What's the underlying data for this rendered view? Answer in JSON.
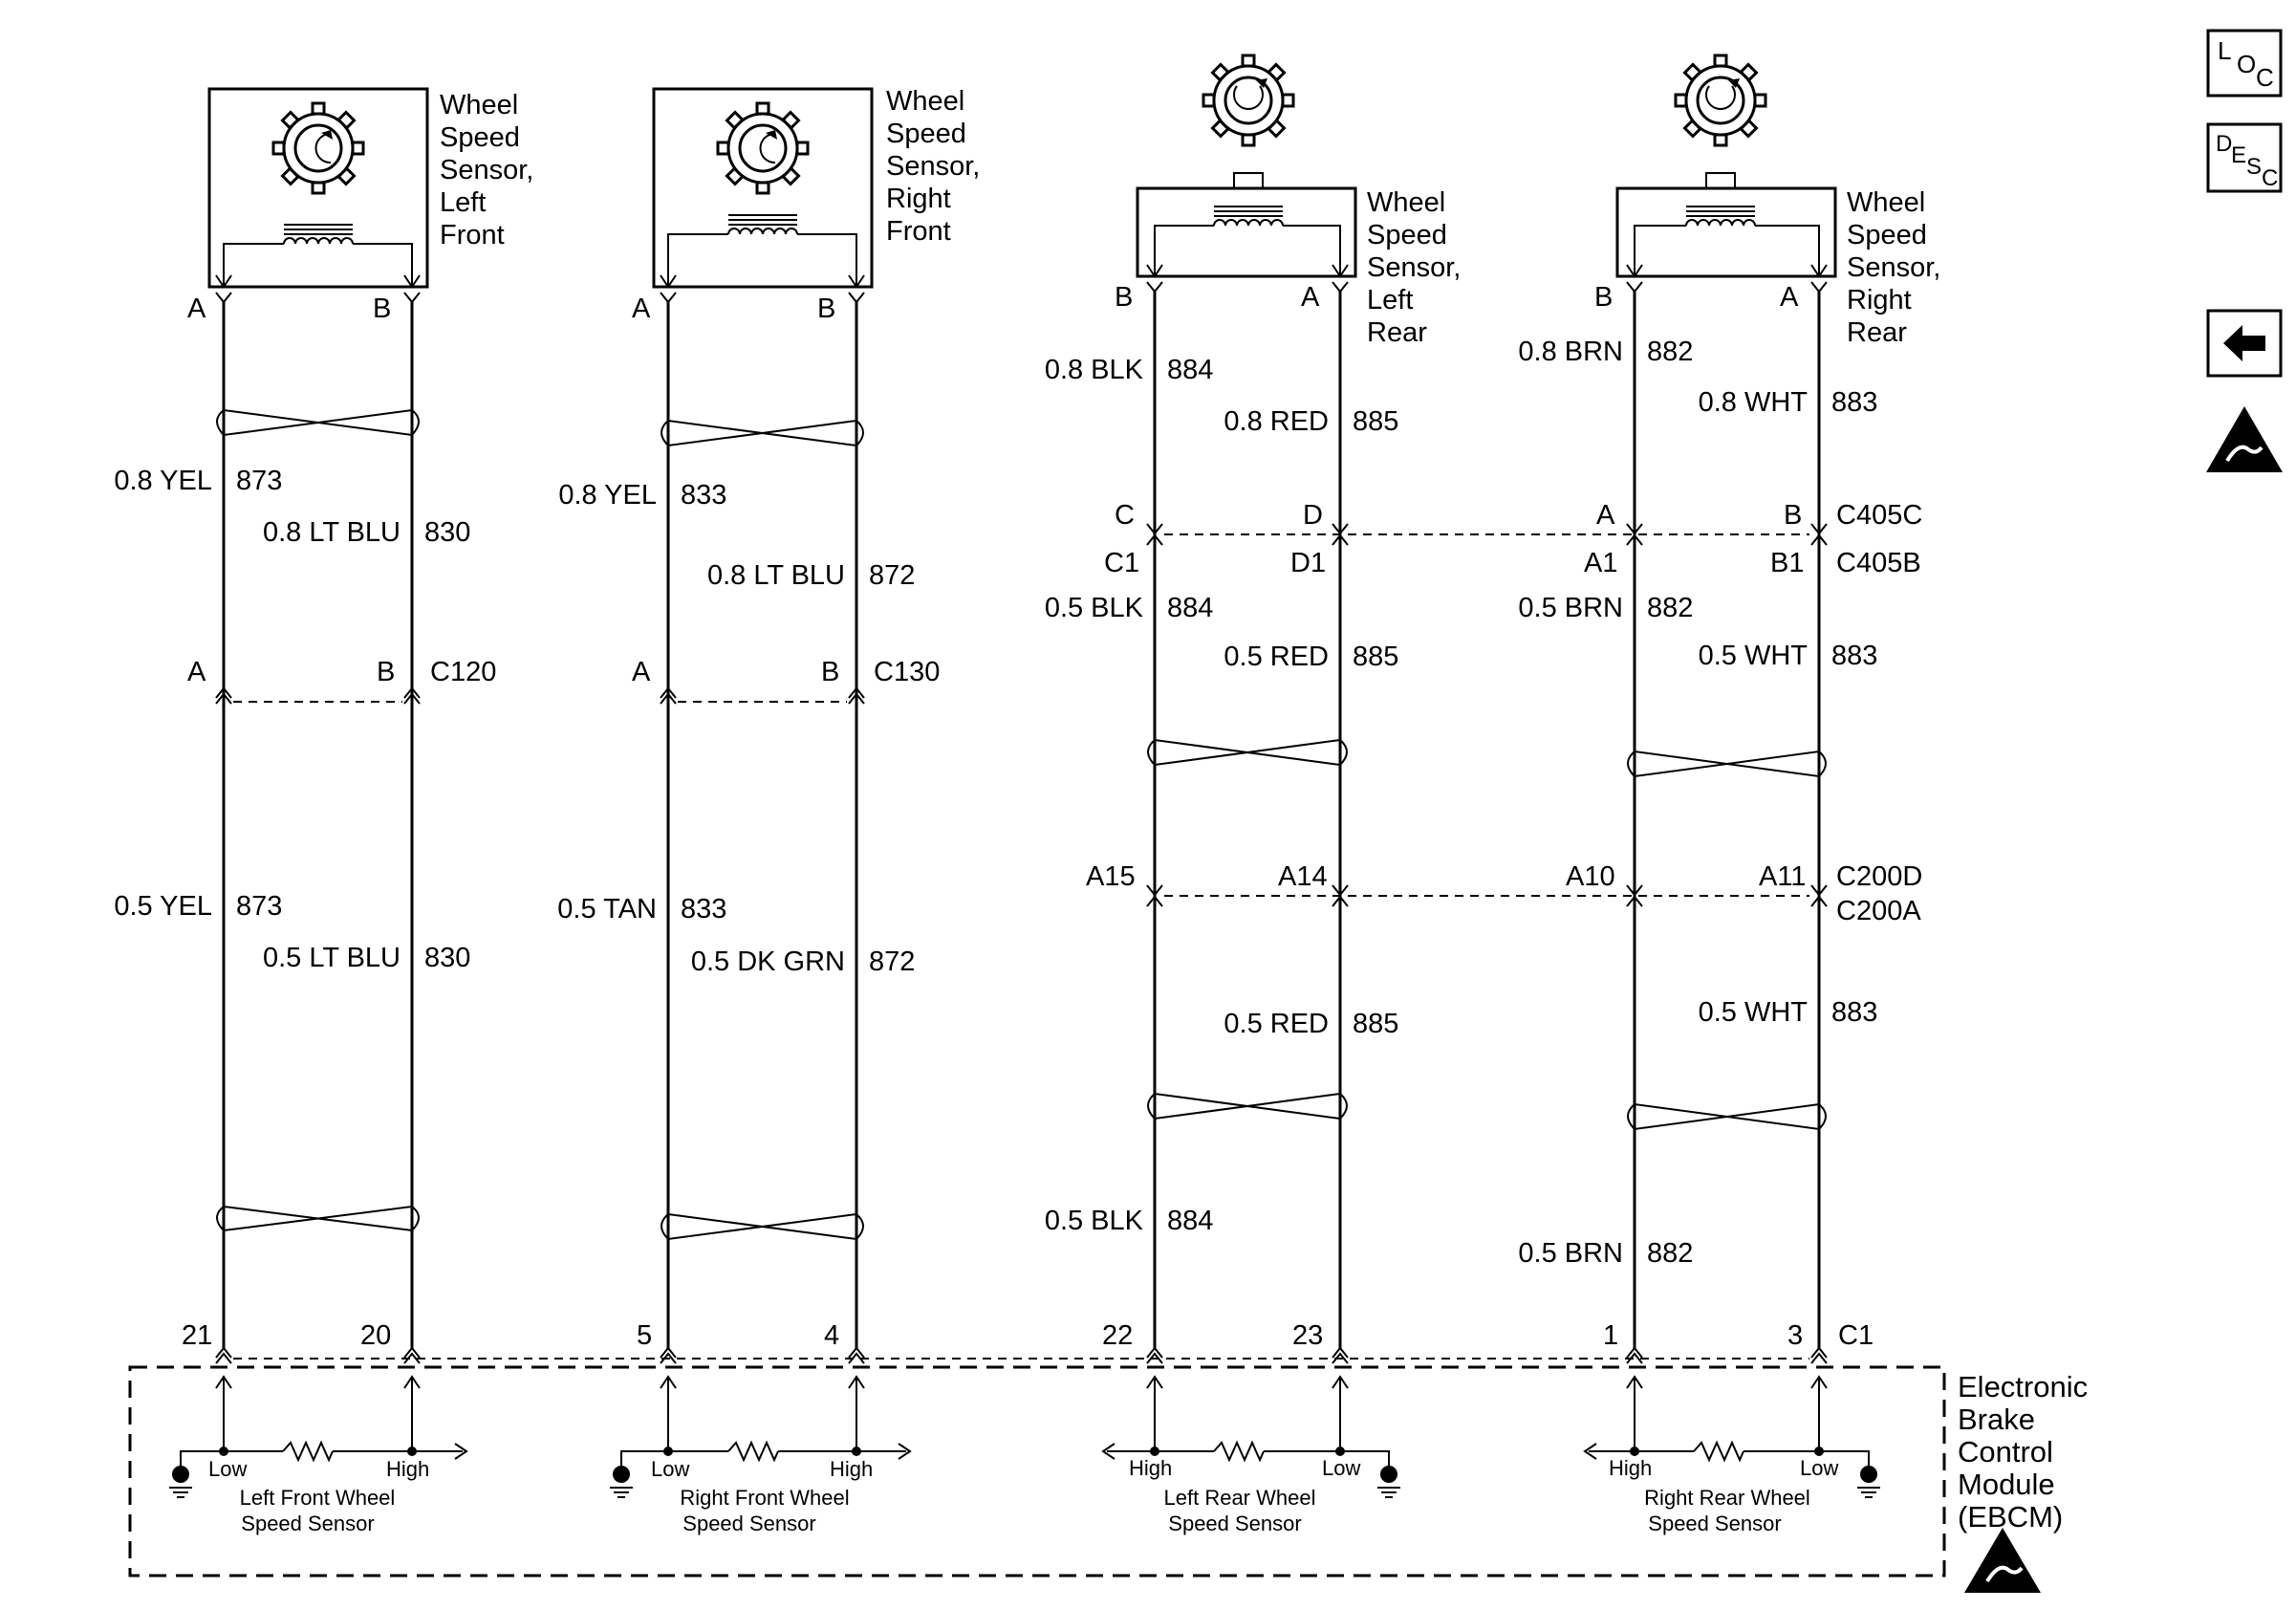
{
  "sensors": {
    "lf": {
      "name_lines": [
        "Wheel",
        "Speed",
        "Sensor,",
        "Left",
        "Front"
      ],
      "pin_a": "A",
      "pin_b": "B"
    },
    "rf": {
      "name_lines": [
        "Wheel",
        "Speed",
        "Sensor,",
        "Right",
        "Front"
      ],
      "pin_a": "A",
      "pin_b": "B"
    },
    "lr": {
      "name_lines": [
        "Wheel",
        "Speed",
        "Sensor,",
        "Left",
        "Rear"
      ],
      "pin_a": "B",
      "pin_b": "A"
    },
    "rr": {
      "name_lines": [
        "Wheel",
        "Speed",
        "Sensor,",
        "Right",
        "Rear"
      ],
      "pin_a": "B",
      "pin_b": "A"
    }
  },
  "wires": {
    "lf_upper_yel": {
      "gauge_color": "0.8 YEL",
      "circuit": "873"
    },
    "lf_upper_blu": {
      "gauge_color": "0.8 LT BLU",
      "circuit": "830"
    },
    "lf_lower_yel": {
      "gauge_color": "0.5 YEL",
      "circuit": "873"
    },
    "lf_lower_blu": {
      "gauge_color": "0.5 LT BLU",
      "circuit": "830"
    },
    "rf_upper_yel": {
      "gauge_color": "0.8 YEL",
      "circuit": "833"
    },
    "rf_upper_blu": {
      "gauge_color": "0.8 LT BLU",
      "circuit": "872"
    },
    "rf_lower_tan": {
      "gauge_color": "0.5 TAN",
      "circuit": "833"
    },
    "rf_lower_grn": {
      "gauge_color": "0.5 DK GRN",
      "circuit": "872"
    },
    "lr_upper_blk": {
      "gauge_color": "0.8 BLK",
      "circuit": "884"
    },
    "lr_upper_red": {
      "gauge_color": "0.8 RED",
      "circuit": "885"
    },
    "lr_mid_blk": {
      "gauge_color": "0.5 BLK",
      "circuit": "884"
    },
    "lr_mid_red": {
      "gauge_color": "0.5 RED",
      "circuit": "885"
    },
    "lr_low_red": {
      "gauge_color": "0.5 RED",
      "circuit": "885"
    },
    "lr_low_blk": {
      "gauge_color": "0.5 BLK",
      "circuit": "884"
    },
    "rr_upper_brn": {
      "gauge_color": "0.8 BRN",
      "circuit": "882"
    },
    "rr_upper_wht": {
      "gauge_color": "0.8 WHT",
      "circuit": "883"
    },
    "rr_mid_brn": {
      "gauge_color": "0.5 BRN",
      "circuit": "882"
    },
    "rr_mid_wht": {
      "gauge_color": "0.5 WHT",
      "circuit": "883"
    },
    "rr_low_wht": {
      "gauge_color": "0.5 WHT",
      "circuit": "883"
    },
    "rr_low_brn": {
      "gauge_color": "0.5 BRN",
      "circuit": "882"
    }
  },
  "connectors": {
    "c120": {
      "name": "C120",
      "pin_a": "A",
      "pin_b": "B"
    },
    "c130": {
      "name": "C130",
      "pin_a": "A",
      "pin_b": "B"
    },
    "c405": {
      "upper_name": "C405C",
      "lower_name": "C405B",
      "upper_pins": [
        "C",
        "D",
        "A",
        "B"
      ],
      "lower_pins": [
        "C1",
        "D1",
        "A1",
        "B1"
      ]
    },
    "c200": {
      "upper_name": "C200D",
      "lower_name": "C200A",
      "pins": [
        "A15",
        "A14",
        "A10",
        "A11"
      ]
    },
    "ebcm_c1": {
      "name": "C1",
      "pins": [
        "21",
        "20",
        "5",
        "4",
        "22",
        "23",
        "1",
        "3"
      ]
    }
  },
  "ebcm": {
    "name_lines": [
      "Electronic",
      "Brake",
      "Control",
      "Module",
      "(EBCM)"
    ],
    "circuits": [
      {
        "low": "Low",
        "high": "High",
        "title_lines": [
          "Left Front Wheel",
          "Speed Sensor"
        ]
      },
      {
        "low": "Low",
        "high": "High",
        "title_lines": [
          "Right Front Wheel",
          "Speed Sensor"
        ]
      },
      {
        "low": "Low",
        "high": "High",
        "title_lines": [
          "Left Rear Wheel",
          "Speed Sensor"
        ]
      },
      {
        "low": "Low",
        "high": "High",
        "title_lines": [
          "Right Rear Wheel",
          "Speed Sensor"
        ]
      }
    ]
  },
  "side_icons": {
    "loc": {
      "parts": [
        "L",
        "O",
        "C"
      ]
    },
    "desc": {
      "parts": [
        "D",
        "E",
        "S",
        "C"
      ]
    },
    "back_icon": "left-arrow-icon",
    "esd_icon": "esd-warning-icon"
  }
}
